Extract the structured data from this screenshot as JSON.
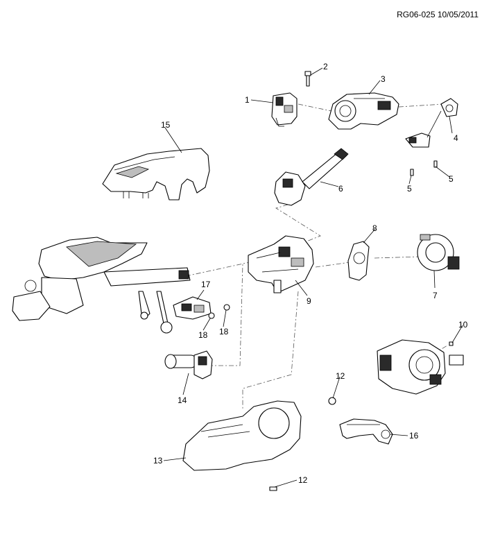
{
  "header": {
    "drawing_id": "RG06-025 10/05/2011"
  },
  "callouts": [
    {
      "id": "c1",
      "label": "1"
    },
    {
      "id": "c2",
      "label": "2"
    },
    {
      "id": "c3",
      "label": "3"
    },
    {
      "id": "c4",
      "label": "4"
    },
    {
      "id": "c5a",
      "label": "5"
    },
    {
      "id": "c5b",
      "label": "5"
    },
    {
      "id": "c6",
      "label": "6"
    },
    {
      "id": "c7",
      "label": "7"
    },
    {
      "id": "c8",
      "label": "8"
    },
    {
      "id": "c9",
      "label": "9"
    },
    {
      "id": "c10",
      "label": "10"
    },
    {
      "id": "c12a",
      "label": "12"
    },
    {
      "id": "c12b",
      "label": "12"
    },
    {
      "id": "c13",
      "label": "13"
    },
    {
      "id": "c14",
      "label": "14"
    },
    {
      "id": "c15",
      "label": "15"
    },
    {
      "id": "c16",
      "label": "16"
    },
    {
      "id": "c17",
      "label": "17"
    },
    {
      "id": "c18a",
      "label": "18"
    },
    {
      "id": "c18b",
      "label": "18"
    }
  ]
}
